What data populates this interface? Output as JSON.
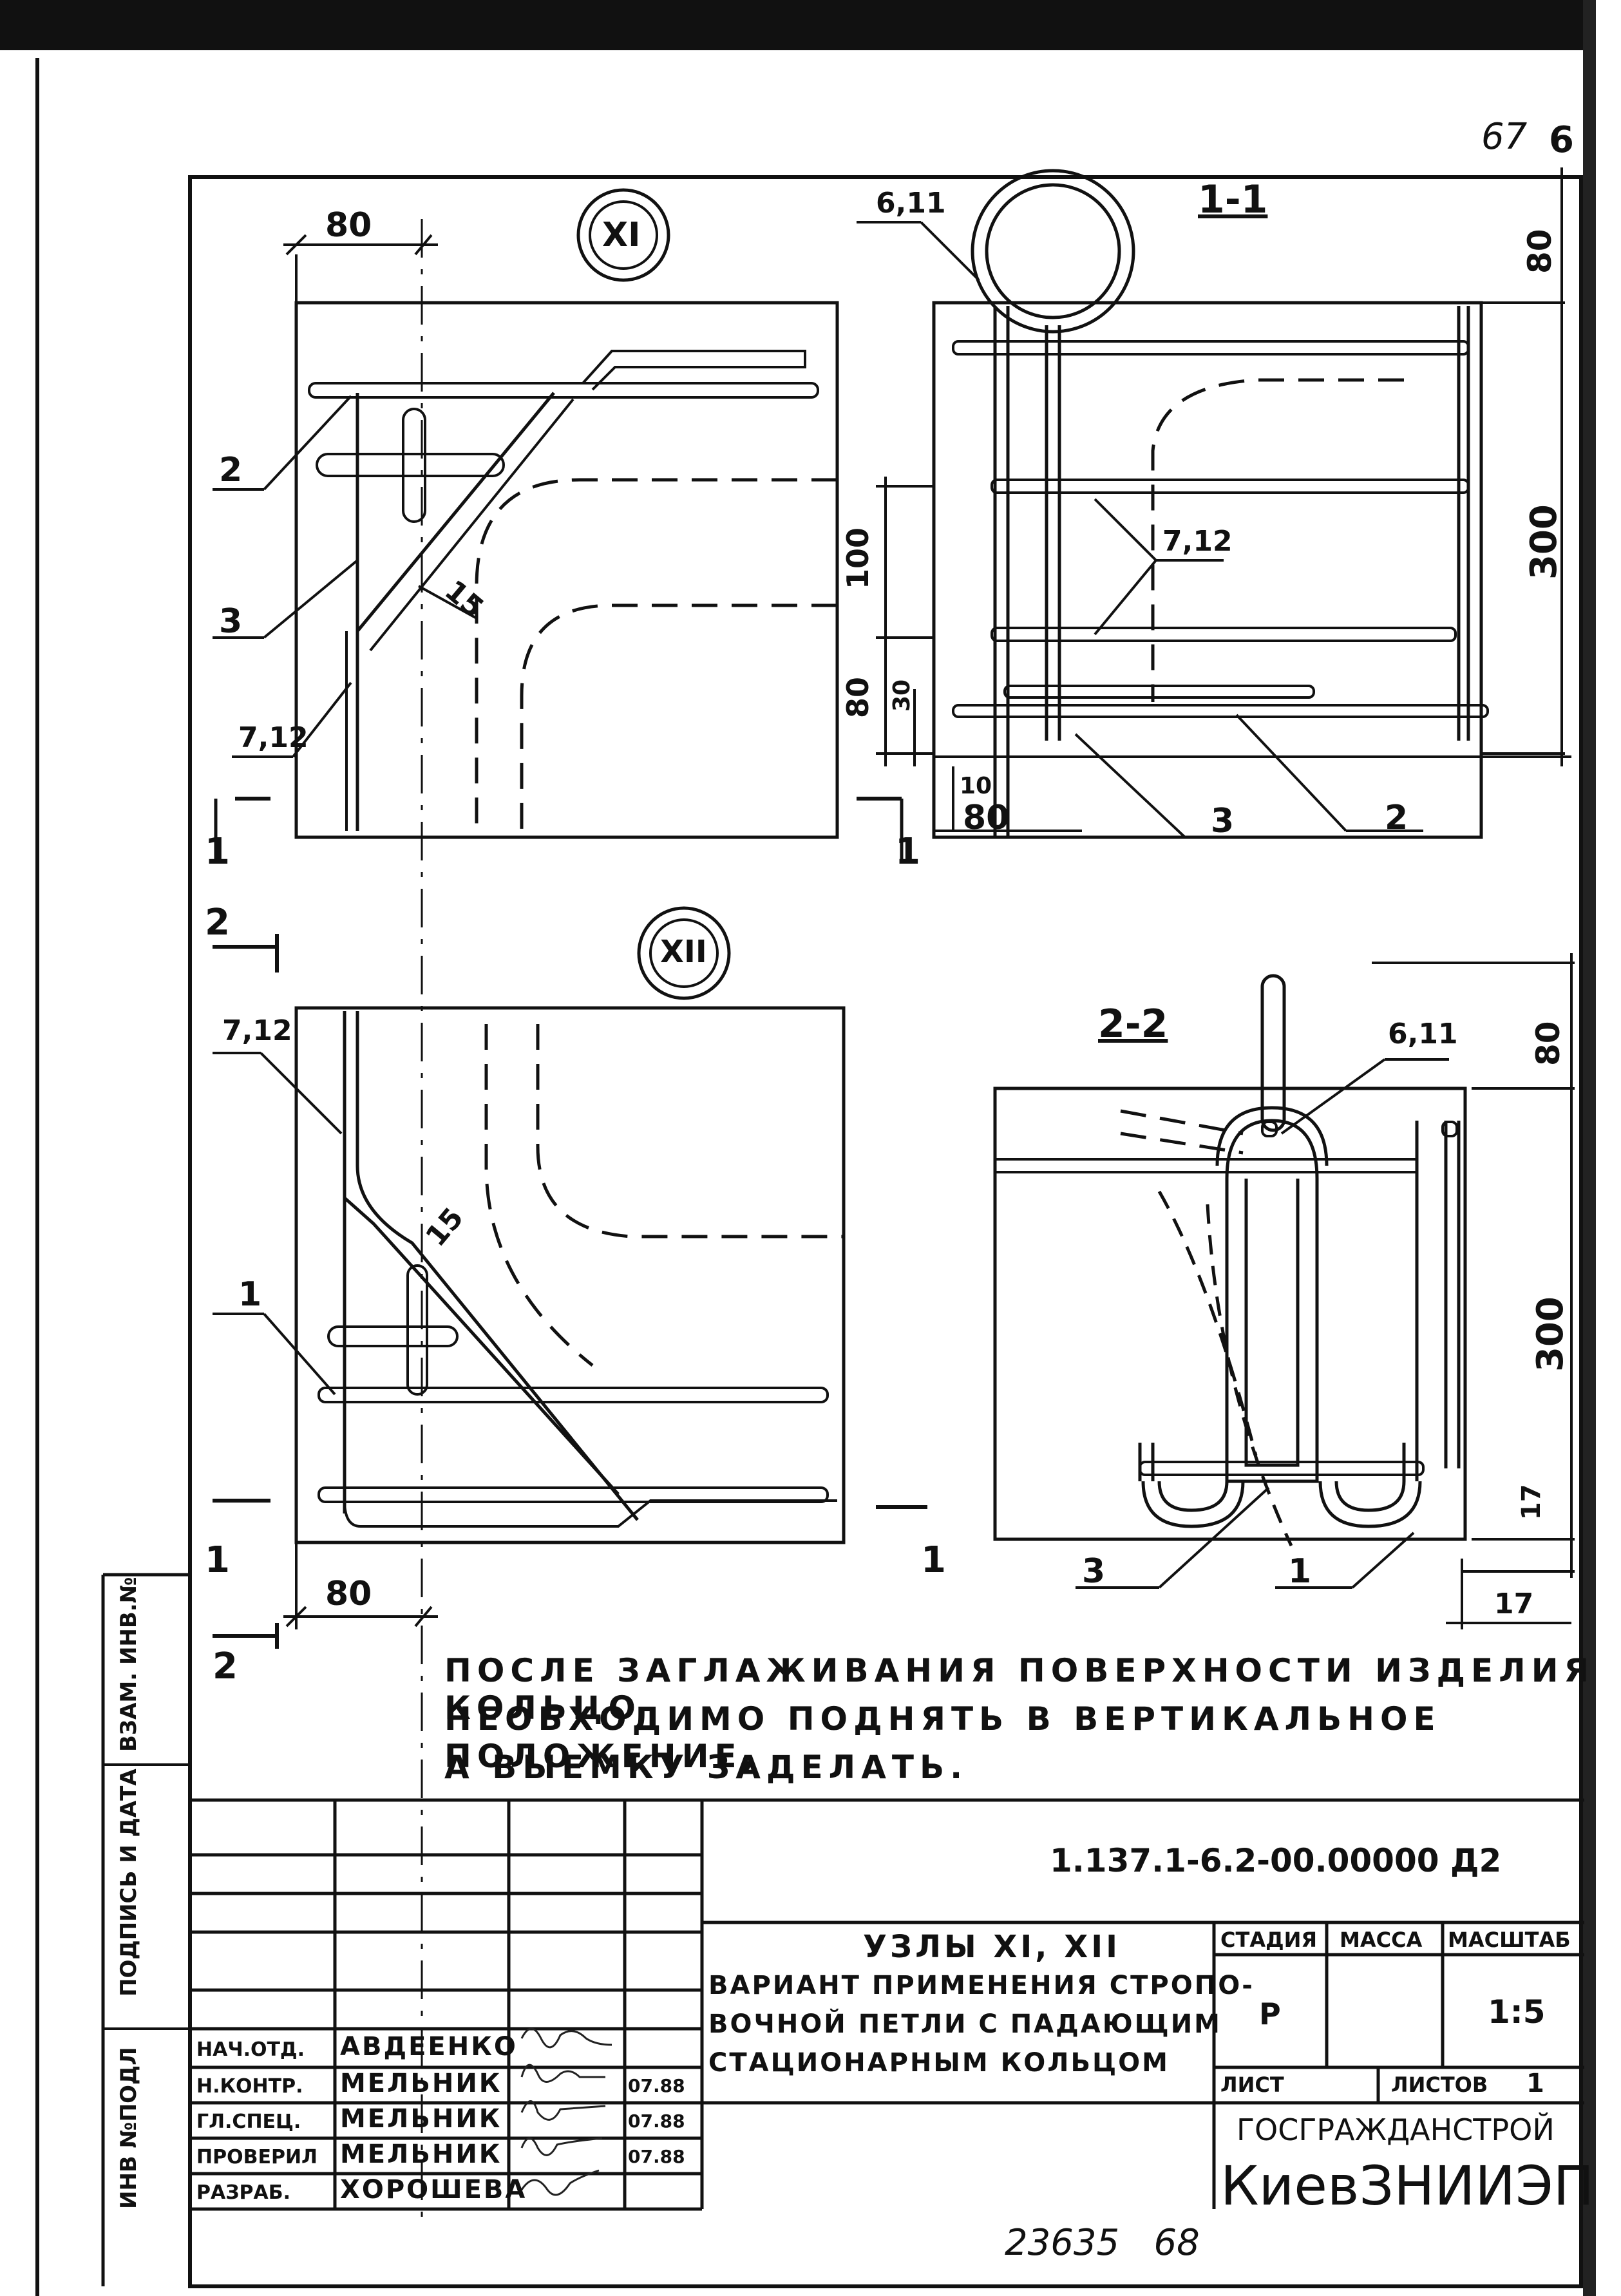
{
  "sheet": {
    "page_number_top": "67",
    "page_number_corner": "6",
    "bottom_numbers": "23635   68"
  },
  "views": {
    "node_xi": "XI",
    "node_xii": "XII",
    "section_1": "1-1",
    "section_2": "2-2",
    "cut_marks": [
      "1",
      "1",
      "1",
      "1",
      "2",
      "2"
    ]
  },
  "dimensions": {
    "xi_top_80": "80",
    "xi_angle": "15",
    "s1_side_80_top": "80",
    "s1_side_300": "300",
    "s1_left_100": "100",
    "s1_left_80": "80",
    "s1_left_30": "30",
    "s1_bottom_10": "10",
    "s1_bottom_80": "80",
    "xii_angle": "15",
    "xii_bottom_80": "80",
    "s2_side_80": "80",
    "s2_side_300": "300",
    "s2_side_17": "17",
    "s2_bottom_17": "17"
  },
  "callouts": {
    "xi_2": "2",
    "xi_3": "3",
    "xi_712": "7,12",
    "s1_611": "6,11",
    "s1_712": "7,12",
    "s1_3": "3",
    "s1_2": "2",
    "xii_712": "7,12",
    "xii_1": "1",
    "s2_611": "6,11",
    "s2_3": "3",
    "s2_1": "1"
  },
  "note": {
    "line1": "ПОСЛЕ ЗАГЛАЖИВАНИЯ ПОВЕРХНОСТИ ИЗДЕЛИЯ КОЛЬЦО",
    "line2": "НЕОБХОДИМО ПОДНЯТЬ В ВЕРТИКАЛЬНОЕ ПОЛОЖЕНИЕ,",
    "line3": "А ВЫЕМКУ ЗАДЕЛАТЬ."
  },
  "side_stamp": {
    "inv_podl": "ИНВ №ПОДЛ",
    "podpis_data": "ПОДПИСЬ И ДАТА",
    "vzam_inv": "ВЗАМ. ИНВ.№"
  },
  "title_block": {
    "doc_code": "1.137.1-6.2-00.00000 Д2",
    "title_line1": "УЗЛЫ XI, XII",
    "title_line2": "ВАРИАНТ ПРИМЕНЕНИЯ СТРОПО-",
    "title_line3": "ВОЧНОЙ ПЕТЛИ С ПАДАЮЩИМ",
    "title_line4": "СТАЦИОНАРНЫМ КОЛЬЦОМ",
    "stage_label": "СТАДИЯ",
    "mass_label": "МАССА",
    "scale_label": "МАСШТАБ",
    "stage_value": "Р",
    "mass_value": "",
    "scale_value": "1:5",
    "sheet_label": "ЛИСТ",
    "sheets_label": "ЛИСТОВ",
    "sheets_value": "1",
    "org1": "ГОСГРАЖДАНСТРОЙ",
    "org2": "КиевЗНИИЭП",
    "roles": [
      {
        "role": "НАЧ.ОТД.",
        "name": "АВДЕЕНКО",
        "date": ""
      },
      {
        "role": "Н.КОНТР.",
        "name": "МЕЛЬНИК",
        "date": "07.88"
      },
      {
        "role": "ГЛ.СПЕЦ.",
        "name": "МЕЛЬНИК",
        "date": "07.88"
      },
      {
        "role": "ПРОВЕРИЛ",
        "name": "МЕЛЬНИК",
        "date": "07.88"
      },
      {
        "role": "РАЗРАБ.",
        "name": "ХОРОШЕВА",
        "date": ""
      }
    ]
  }
}
